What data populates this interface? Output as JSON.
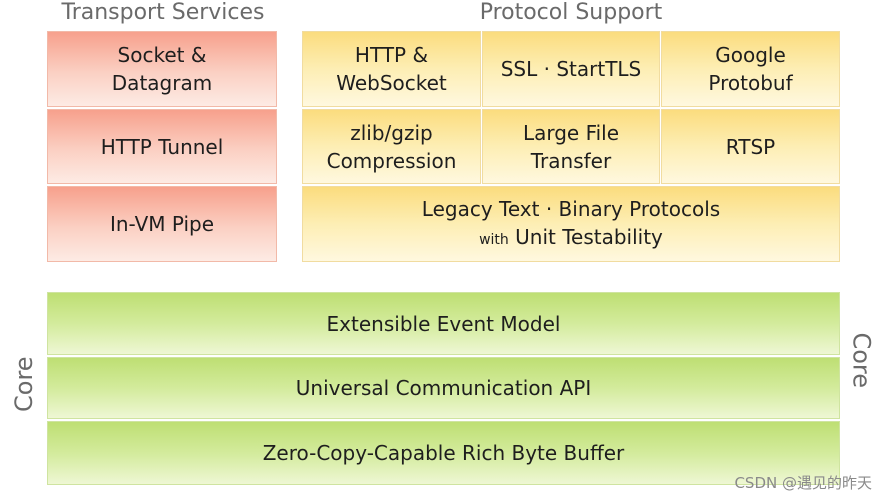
{
  "headings": {
    "transport": "Transport Services",
    "protocol": "Protocol Support"
  },
  "transport": [
    "Socket &",
    "Datagram",
    "HTTP Tunnel",
    "In-VM Pipe"
  ],
  "protocol": {
    "http": [
      "HTTP &",
      "WebSocket"
    ],
    "ssl": "SSL · StartTLS",
    "protobuf": [
      "Google",
      "Protobuf"
    ],
    "zlib": [
      "zlib/gzip",
      "Compression"
    ],
    "largefile": [
      "Large File",
      "Transfer"
    ],
    "rtsp": "RTSP",
    "legacy_line1": "Legacy Text · Binary Protocols",
    "legacy_with": "with",
    "legacy_line2": "Unit Testability"
  },
  "core": {
    "label": "Core",
    "layers": [
      "Extensible Event Model",
      "Universal Communication API",
      "Zero-Copy-Capable Rich Byte Buffer"
    ]
  },
  "watermark": "CSDN @遇见的昨天"
}
